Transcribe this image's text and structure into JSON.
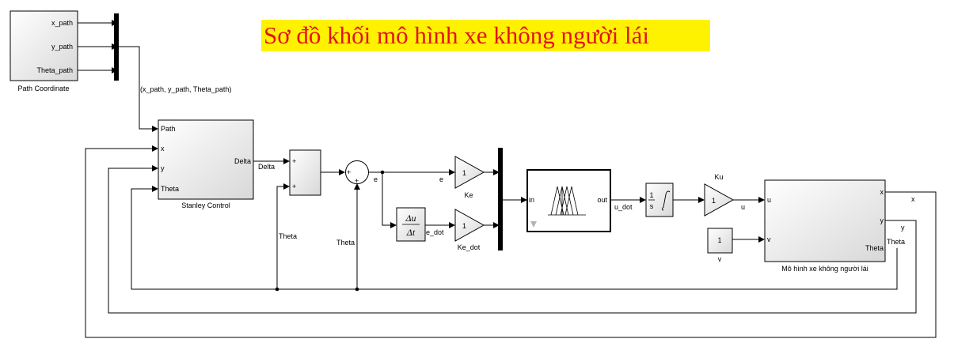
{
  "title": "Sơ đồ khối mô hình xe không người lái",
  "colors": {
    "title_text": "#e3131b",
    "title_highlight": "#fff200",
    "block_top": "#ffffff",
    "block_bottom": "#d8d8d8"
  },
  "blocks": {
    "path_coordinate": {
      "name": "Path Coordinate",
      "ports": [
        "x_path",
        "y_path",
        "Theta_path"
      ]
    },
    "stanley": {
      "name": "Stanley Control",
      "inputs": [
        "Path",
        "x",
        "y",
        "Theta"
      ],
      "output": "Delta"
    },
    "sum1": {
      "signs": [
        "+",
        "+"
      ]
    },
    "sum2": {
      "signs": [
        "+",
        "+"
      ]
    },
    "gain_ke": {
      "name": "Ke",
      "value": "1"
    },
    "gain_ke_dot": {
      "name": "Ke_dot",
      "value": "1"
    },
    "derivative": {
      "num": "Δu",
      "den": "Δt"
    },
    "fuzzy": {
      "in": "in",
      "out": "out"
    },
    "integrator": {
      "num": "1",
      "den": "s"
    },
    "gain_ku": {
      "name": "Ku",
      "value": "1"
    },
    "constant_v": {
      "name": "v",
      "value": "1"
    },
    "vehicle": {
      "name": "Mô hình xe không người lái",
      "inputs": [
        "u",
        "v"
      ],
      "outputs": [
        "x",
        "y",
        "Theta"
      ]
    }
  },
  "signals": {
    "path_bus": "(x_path, y_path, Theta_path)",
    "delta": "Delta",
    "e_top": "e",
    "e": "e",
    "e_dot": "e_dot",
    "u_dot": "u_dot",
    "u": "u",
    "x": "x",
    "y": "y",
    "theta": "Theta",
    "theta_feedback_1": "Theta",
    "theta_feedback_2": "Theta"
  }
}
